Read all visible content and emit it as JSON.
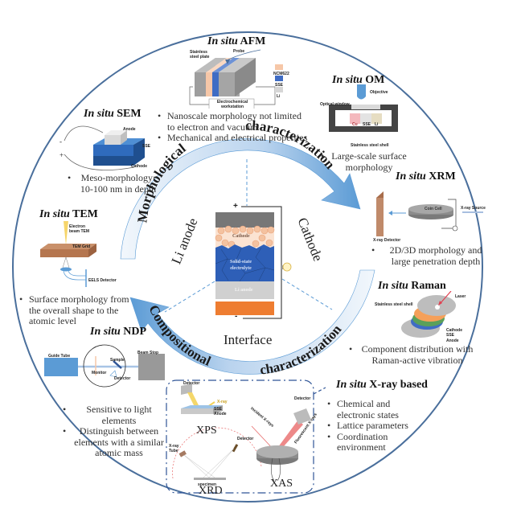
{
  "center": {
    "cell_labels": {
      "cathode": "Cathode",
      "electrolyte_line1": "Solid-state",
      "electrolyte_line2": "electrolyte",
      "anode": "Li anode",
      "plus": "+",
      "minus": "-"
    },
    "side_labels": {
      "left": "Li anode",
      "right": "Cathode",
      "bottom": "Interface"
    },
    "arc_labels": {
      "top_left": "Morphological",
      "top_right": "characterization",
      "bottom_left": "Compositional",
      "bottom_right": "characterization"
    }
  },
  "techniques": {
    "afm": {
      "prefix": "In situ",
      "name": "AFM",
      "labels": {
        "plate": "Stainless steel plate",
        "probe": "Probe",
        "workstation": "Electrochemical workstation",
        "legend": [
          "NCM622",
          "SSE",
          "Li"
        ]
      },
      "bullets": [
        "Nanoscale morphology  not limited to electron and vacuum",
        "Mechanical and electrical properties"
      ]
    },
    "om": {
      "prefix": "In situ",
      "name": "OM",
      "labels": {
        "objective": "Objective",
        "window": "Optical window",
        "shell": "Stainless steel shell",
        "cu": "Cu",
        "sse": "SSE",
        "li": "Li"
      },
      "bullets": [
        "Large-scale surface morphology"
      ]
    },
    "sem": {
      "prefix": "In situ",
      "name": "SEM",
      "labels": {
        "anode": "Anode",
        "sse": "SSE",
        "cathode": "Cathode",
        "minus": "-",
        "plus": "+"
      },
      "bullets": [
        "Meso-morphology: 10-100 nm in depth"
      ]
    },
    "xrm": {
      "prefix": "In situ",
      "name": "XRM",
      "labels": {
        "detector": "X-ray Detector",
        "coin": "Coin Cell",
        "source": "X-ray Source",
        "v": "V"
      },
      "bullets": [
        "2D/3D morphology  and large penetration depth"
      ]
    },
    "tem": {
      "prefix": "In situ",
      "name": "TEM",
      "labels": {
        "beam": "Electron beam TEM",
        "grid": "TEM Grid",
        "eels": "EELS Detector"
      },
      "bullets": [
        "Surface  morphology  from the overall shape to the atomic level"
      ]
    },
    "raman": {
      "prefix": "In situ",
      "name": "Raman",
      "labels": {
        "laser": "Laser",
        "shell": "Stainless steel shell",
        "cathode": "Cathode",
        "sse": "SSE",
        "anode": "Anode"
      },
      "bullets": [
        "Component distribution with Raman-active vibration"
      ]
    },
    "ndp": {
      "prefix": "In situ",
      "name": "NDP",
      "labels": {
        "guide": "Guide Tube",
        "stop": "Beam Stop",
        "sample": "Sample",
        "monitor": "Monitor",
        "detector": "Detector"
      },
      "bullets": [
        "Sensitive to light elements",
        "Distinguish between elements with a similar atomic mass"
      ]
    },
    "xray": {
      "prefix": "In situ",
      "name": "X-ray based",
      "sub": {
        "xps": "XPS",
        "xrd": "XRD",
        "xas": "XAS"
      },
      "labels": {
        "detector": "Detector",
        "xray": "X-ray",
        "sse": "SSE",
        "anode": "Anode",
        "tube": "X-ray Tube",
        "specimen": "specimen",
        "incident": "Incident X-rays",
        "fluor": "Fluorescent X-rays"
      },
      "bullets": [
        "Chemical and electronic states",
        "Lattice parameters",
        "Coordination environment"
      ]
    }
  },
  "colors": {
    "outer_circle": "#4a6f9c",
    "arrow_light": "#e3eef9",
    "arrow_dark": "#5b9bd5",
    "sse_blue": "#2e5fb7",
    "cathode_peach": "#f6c7a8",
    "anode_grey": "#d0d0d0",
    "copper_orange": "#ee7d31"
  }
}
